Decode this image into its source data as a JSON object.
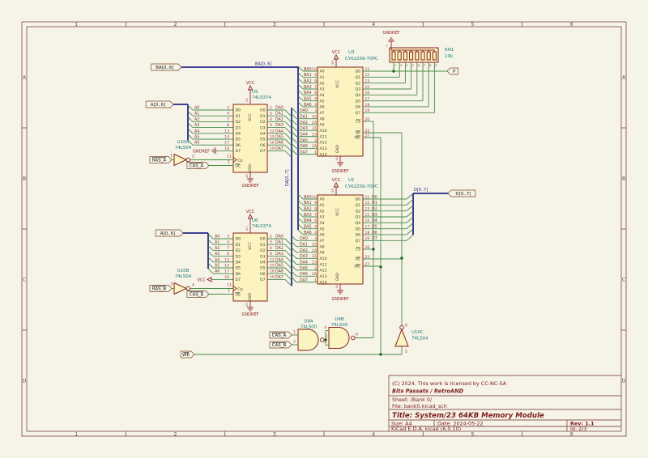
{
  "frame": {
    "columns": [
      "1",
      "2",
      "3",
      "4",
      "5",
      "6"
    ],
    "rows": [
      "A",
      "B",
      "C",
      "D"
    ]
  },
  "title_block": {
    "license": "(C) 2024. This work is licensed by CC-NC-SA",
    "company": "Bits Passats / RetroAND",
    "sheet": "Sheet: /Bank 0/",
    "file": "File: bank0.kicad_sch",
    "title": "Title: System/23 64KB Memory Module",
    "size": "Size: A4",
    "date": "Date: 2024-05-22",
    "rev": "Rev: 1.1",
    "tool": "KiCad E.D.A.  kicad (6.0.10)",
    "id": "Id: 2/3"
  },
  "power": {
    "vcc": "VCC",
    "gnd": "GNDREF"
  },
  "nets": {
    "a_bus": "A[0..6]",
    "ba_bus": "BA[0..6]",
    "da_bus": "DA[0..7]",
    "d_bus": "D[0..7]",
    "p": "P",
    "ras_a": "RAS_A",
    "cas_a": "CAS_A",
    "ras_b": "RAS_B",
    "cas_b": "CAS_B",
    "we": "WE",
    "a": [
      "A0",
      "A1",
      "A2",
      "A3",
      "A4",
      "A5",
      "A6"
    ],
    "ba": [
      "BA0",
      "BA1",
      "BA2",
      "BA3",
      "BA4",
      "BA5",
      "BA6"
    ],
    "da": [
      "DA0",
      "DA1",
      "DA2",
      "DA3",
      "DA4",
      "DA5",
      "DA6",
      "DA7"
    ],
    "d": [
      "D0",
      "D1",
      "D2",
      "D3",
      "D4",
      "D5",
      "D6",
      "D7"
    ]
  },
  "components": {
    "latches": {
      "value": "74LS374",
      "items": [
        {
          "ref": "U5"
        },
        {
          "ref": "U6"
        }
      ],
      "in_names": [
        "D0",
        "D1",
        "D2",
        "D3",
        "D4",
        "D5",
        "D6",
        "D7"
      ],
      "in_nums": [
        "3",
        "4",
        "7",
        "8",
        "13",
        "14",
        "17",
        "18"
      ],
      "out_names": [
        "O0",
        "O1",
        "O2",
        "O3",
        "O4",
        "O5",
        "O6",
        "O7"
      ],
      "out_nums": [
        "2",
        "5",
        "6",
        "9",
        "12",
        "15",
        "16",
        "19"
      ],
      "clk_name": "Cp",
      "clk_num": "11",
      "oe_name": "OE",
      "oe_num": "1",
      "vcc_name": "VCC",
      "vcc_num": "20",
      "gnd_name": "GND",
      "gnd_num": "10"
    },
    "rams": {
      "value": "CY62256-70PC",
      "items": [
        {
          "ref": "U3"
        },
        {
          "ref": "U1"
        }
      ],
      "addr_names": [
        "A0",
        "A1",
        "A2",
        "A3",
        "A4",
        "A5",
        "A6",
        "A7",
        "A8",
        "A9",
        "A10",
        "A11",
        "A12",
        "A13",
        "A14"
      ],
      "addr_nums": [
        "10",
        "9",
        "8",
        "7",
        "6",
        "5",
        "4",
        "3",
        "25",
        "24",
        "21",
        "23",
        "2",
        "26",
        "1"
      ],
      "q_names": [
        "Q0",
        "Q1",
        "Q2",
        "Q3",
        "Q4",
        "Q5",
        "Q6",
        "Q7"
      ],
      "q_nums": [
        "11",
        "12",
        "13",
        "15",
        "16",
        "17",
        "18",
        "19"
      ],
      "cs_name": "CS",
      "cs_num": "20",
      "oe_name": "OE",
      "oe_num": "22",
      "we_name": "WE",
      "we_num": "27",
      "vcc_name": "VCC",
      "vcc_num": "28",
      "gnd_name": "GND",
      "gnd_num": "14"
    },
    "inverters": {
      "value": "74LS04",
      "items": [
        {
          "ref": "U10A",
          "in": "1",
          "out": "2"
        },
        {
          "ref": "U10B",
          "in": "3",
          "out": "4"
        },
        {
          "ref": "U10C",
          "in": "5",
          "out": "6"
        }
      ]
    },
    "nands": {
      "value": "74LS00",
      "items": [
        {
          "ref": "U9A",
          "in1": "1",
          "in2": "2",
          "out": "3"
        },
        {
          "ref": "U9B",
          "in1": "4",
          "in2": "5",
          "out": "6"
        }
      ]
    },
    "rn": {
      "ref": "RN1",
      "value": "10k",
      "common_num": "1",
      "pin_nums": [
        "2",
        "3",
        "4",
        "5",
        "6",
        "7",
        "8",
        "9"
      ]
    }
  }
}
